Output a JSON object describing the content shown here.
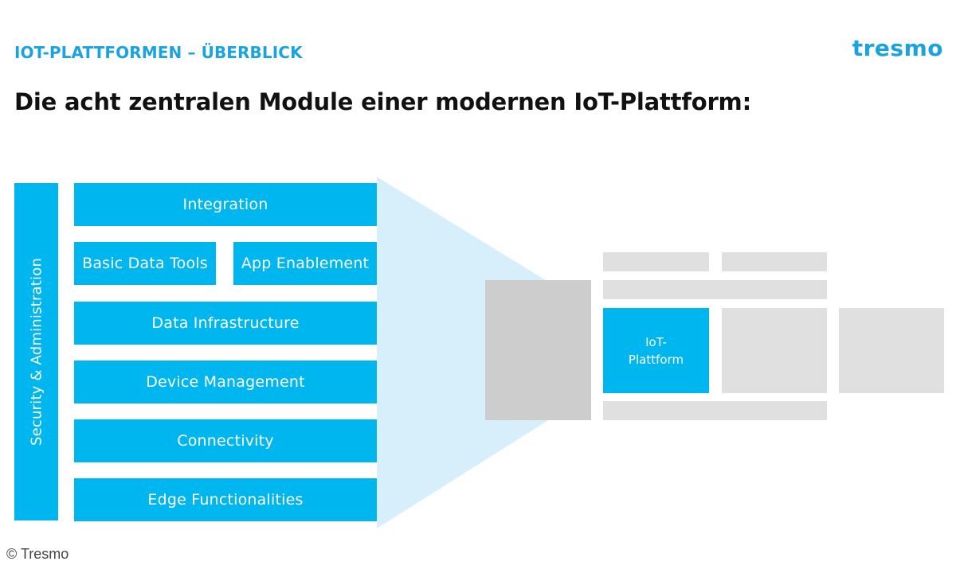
{
  "header": {
    "kicker": "IOT-PLATTFORMEN – ÜBERBLICK",
    "logo": "tresmo",
    "headline": "Die acht zentralen Module einer modernen IoT-Plattform:"
  },
  "stack": {
    "side_label": "Security & Administration",
    "modules": [
      "Integration",
      "Basic Data Tools",
      "App Enablement",
      "Data Infrastructure",
      "Device Management",
      "Connectivity",
      "Edge Functionalities"
    ]
  },
  "architecture": {
    "platform_label": "IoT-Plattform"
  },
  "footer": {
    "copyright": "© Tresmo"
  },
  "colors": {
    "accent": "#00b6ee",
    "kicker": "#1aa3e0",
    "ghost_block": "#e0e0e0",
    "ghost_block_dark": "#cdcdcd",
    "beam": "#d7effb"
  }
}
